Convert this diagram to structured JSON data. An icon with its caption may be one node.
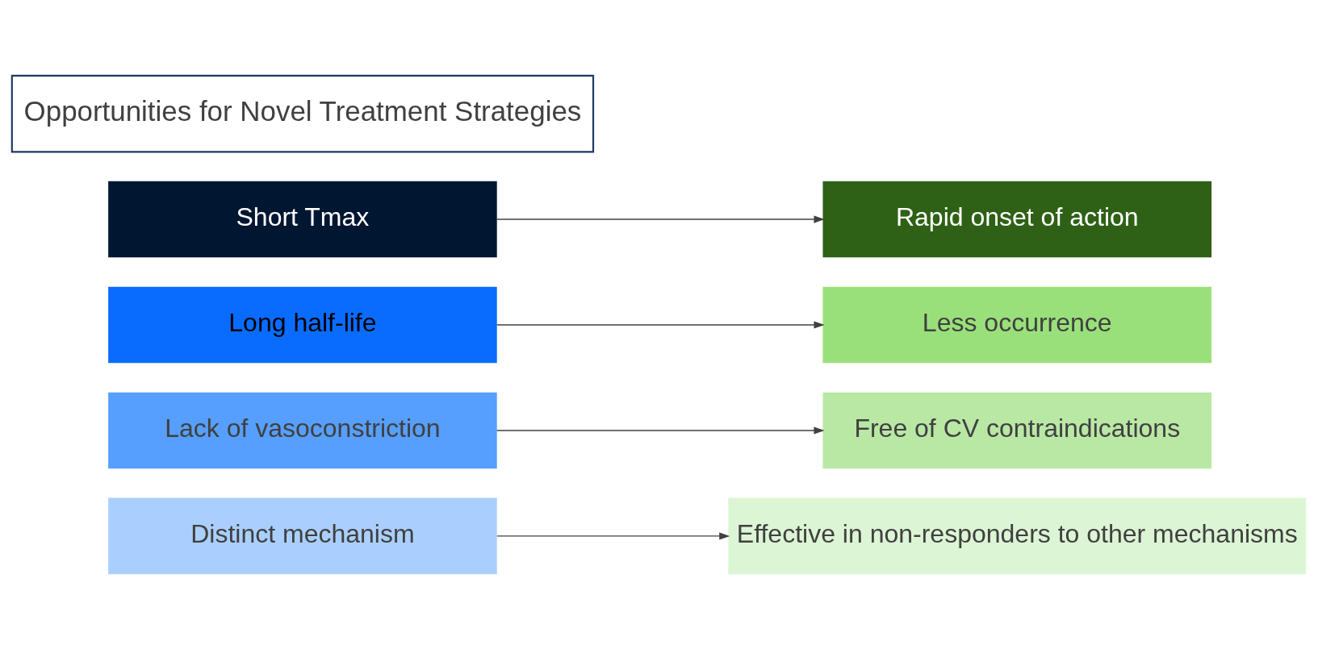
{
  "diagram": {
    "nodes": [
      {
        "text": [
          "Distinct mechanism"
        ]
      },
      {
        "text": [
          "Effective in non-responders to other mechanisms"
        ]
      },
      {
        "text": [
          "Lack of vasoconstriction"
        ]
      },
      {
        "text": [
          "Free of CV contraindications"
        ]
      },
      {
        "text": [
          "Long half-life"
        ]
      },
      {
        "text": [
          "Less occurrence"
        ]
      },
      {
        "text": [
          "Short Tmax"
        ]
      },
      {
        "text": [
          "Rapid onset of action"
        ]
      },
      {
        "text": [
          "Opportunities for Novel Treatment Strategies"
        ]
      }
    ],
    "edges": [
      {
        "from": 0,
        "to": 1,
        "arrow": "to"
      },
      {
        "from": 2,
        "to": 3,
        "arrow": "to"
      },
      {
        "from": 4,
        "to": 5,
        "arrow": "to"
      },
      {
        "from": 6,
        "to": 7,
        "arrow": "to"
      }
    ]
  }
}
